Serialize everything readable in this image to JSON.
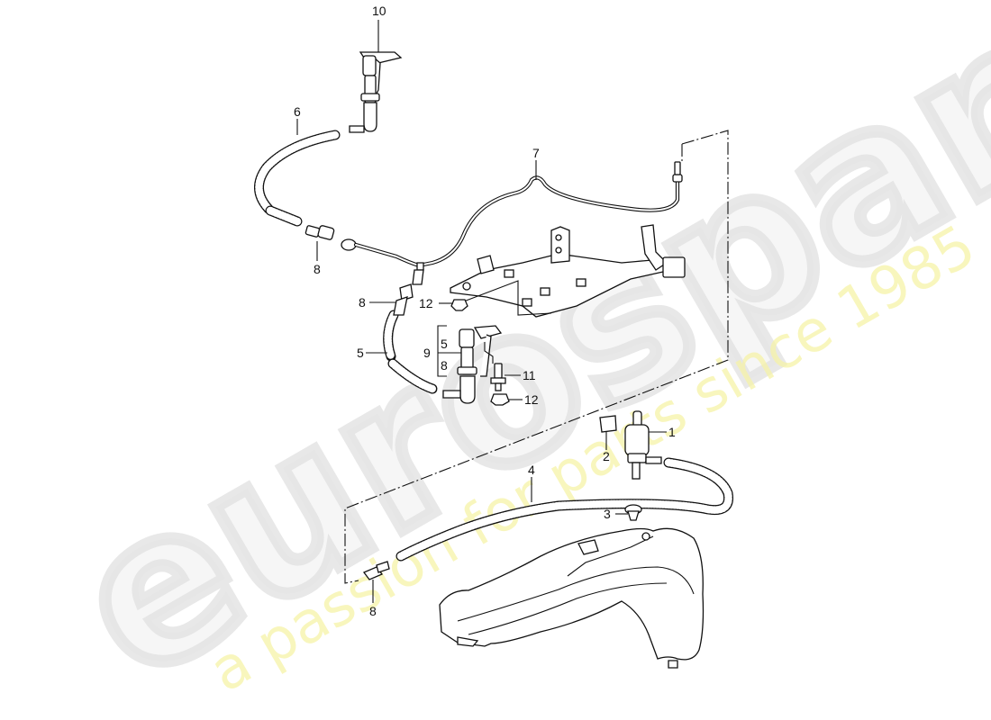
{
  "watermark": {
    "brand": "eurospares",
    "tagline": "a passion for parts since 1985",
    "brand_color": "#e4e4e4",
    "tagline_color": "#f6f3a8"
  },
  "diagram": {
    "type": "exploded parts diagram",
    "subject": "headlight washer system",
    "callouts": [
      {
        "id": "c10",
        "label": "10",
        "part": "washer nozzle (upper)"
      },
      {
        "id": "c6",
        "label": "6",
        "part": "hose"
      },
      {
        "id": "c7",
        "label": "7",
        "part": "pipe / line"
      },
      {
        "id": "c8a",
        "label": "8",
        "part": "connector"
      },
      {
        "id": "c8b",
        "label": "8",
        "part": "connector"
      },
      {
        "id": "c12a",
        "label": "12",
        "part": "nut"
      },
      {
        "id": "c5",
        "label": "5",
        "part": "hose"
      },
      {
        "id": "c9",
        "label": "9",
        "part": "washer nozzle (lower)"
      },
      {
        "id": "c9_sub5",
        "label": "5",
        "part": "hose (included in 9)"
      },
      {
        "id": "c9_sub8",
        "label": "8",
        "part": "connector (included in 9)"
      },
      {
        "id": "c11",
        "label": "11",
        "part": "bolt"
      },
      {
        "id": "c12b",
        "label": "12",
        "part": "nut"
      },
      {
        "id": "c1",
        "label": "1",
        "part": "washer pump"
      },
      {
        "id": "c2",
        "label": "2",
        "part": "clip"
      },
      {
        "id": "c4",
        "label": "4",
        "part": "hose"
      },
      {
        "id": "c3",
        "label": "3",
        "part": "grommet"
      },
      {
        "id": "c8c",
        "label": "8",
        "part": "connector"
      }
    ]
  }
}
